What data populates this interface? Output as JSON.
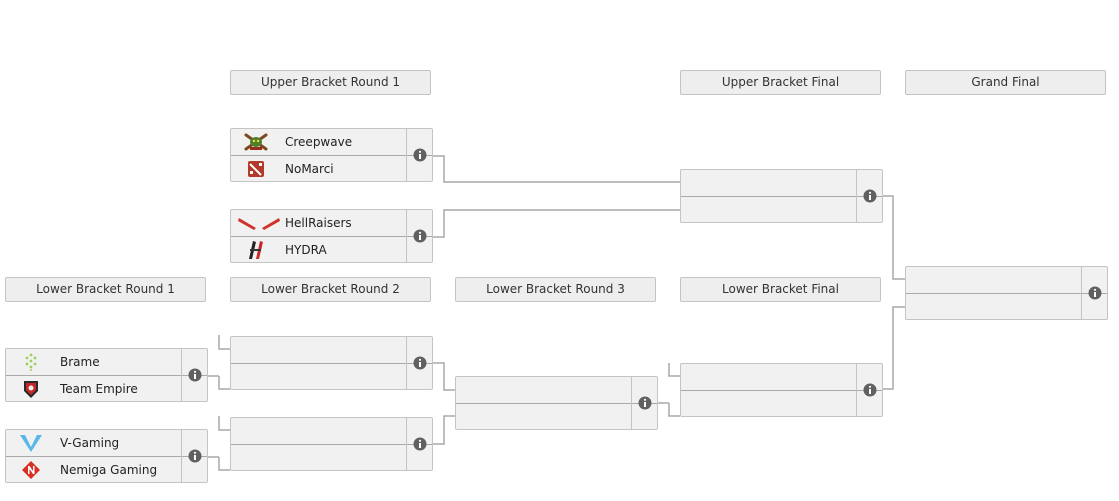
{
  "headers": {
    "ubr1": "Upper Bracket Round 1",
    "ubf": "Upper Bracket Final",
    "gf": "Grand Final",
    "lbr1": "Lower Bracket Round 1",
    "lbr2": "Lower Bracket Round 2",
    "lbr3": "Lower Bracket Round 3",
    "lbf": "Lower Bracket Final"
  },
  "matches": {
    "ub1a": {
      "team1": {
        "name": "Creepwave",
        "logo": "creepwave-logo"
      },
      "team2": {
        "name": "NoMarci",
        "logo": "dota-logo"
      }
    },
    "ub1b": {
      "team1": {
        "name": "HellRaisers",
        "logo": "hellraisers-logo"
      },
      "team2": {
        "name": "HYDRA",
        "logo": "hydra-logo"
      }
    },
    "lb1a": {
      "team1": {
        "name": "Brame",
        "logo": "brame-logo"
      },
      "team2": {
        "name": "Team Empire",
        "logo": "team-empire-logo"
      }
    },
    "lb1b": {
      "team1": {
        "name": "V-Gaming",
        "logo": "v-gaming-logo"
      },
      "team2": {
        "name": "Nemiga Gaming",
        "logo": "nemiga-logo"
      }
    },
    "ubf": {
      "team1": {
        "name": ""
      },
      "team2": {
        "name": ""
      }
    },
    "lb2a": {
      "team1": {
        "name": ""
      },
      "team2": {
        "name": ""
      }
    },
    "lb2b": {
      "team1": {
        "name": ""
      },
      "team2": {
        "name": ""
      }
    },
    "lb3": {
      "team1": {
        "name": ""
      },
      "team2": {
        "name": ""
      }
    },
    "lbf": {
      "team1": {
        "name": ""
      },
      "team2": {
        "name": ""
      }
    },
    "gf": {
      "team1": {
        "name": ""
      },
      "team2": {
        "name": ""
      }
    }
  },
  "colors": {
    "header_bg": "#eeeeee",
    "match_bg": "#f1f1f1",
    "border": "#c4c4c4",
    "connector": "#a9a9a9",
    "info_icon": "#606060"
  },
  "icons": {
    "info": "info-icon"
  }
}
